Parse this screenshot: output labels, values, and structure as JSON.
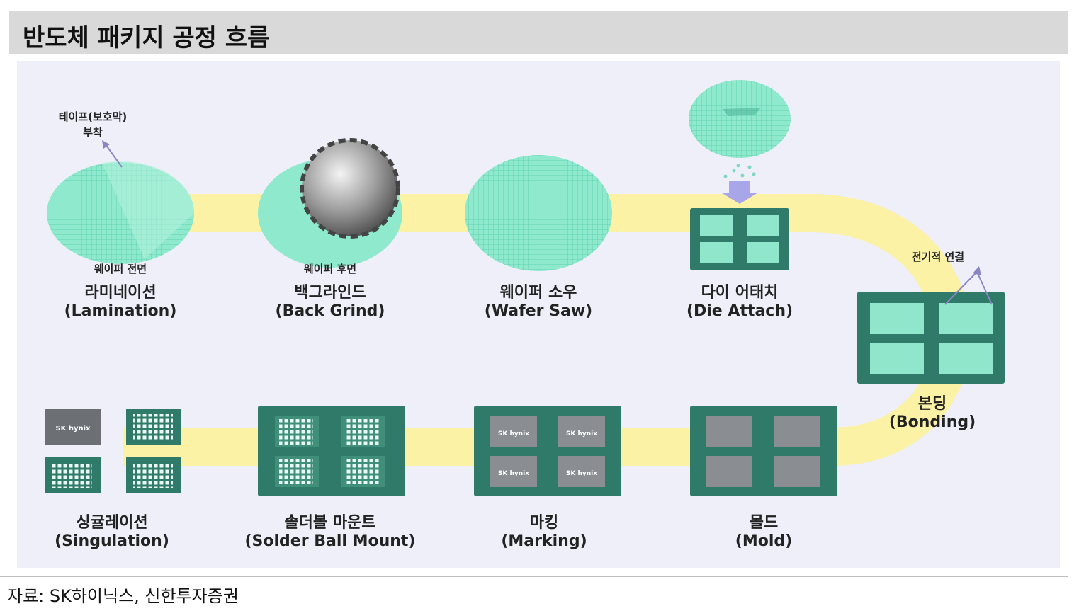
{
  "title": "반도체 패키지 공정 흐름",
  "steps": [
    {
      "ko": "라미네이션",
      "en": "(Lamination)",
      "sub": "웨이퍼 전면",
      "note": "테이프(보호막)",
      "note2": "부착"
    },
    {
      "ko": "백그라인드",
      "en": "(Back Grind)",
      "sub": "웨이퍼 후면"
    },
    {
      "ko": "웨이퍼 소우",
      "en": "(Wafer Saw)"
    },
    {
      "ko": "다이 어태치",
      "en": "(Die Attach)"
    },
    {
      "ko": "본딩",
      "en": "(Bonding)",
      "note": "전기적 연결"
    },
    {
      "ko": "몰드",
      "en": "(Mold)"
    },
    {
      "ko": "마킹",
      "en": "(Marking)"
    },
    {
      "ko": "솔더볼 마운트",
      "en": "(Solder Ball Mount)"
    },
    {
      "ko": "싱귤레이션",
      "en": "(Singulation)"
    }
  ],
  "logo_text": "SK hynix",
  "source": "자료: SK하이닉스, 신한투자증권",
  "colors": {
    "header_bg": "#d9d9d9",
    "panel_bg": "#eeeff8",
    "path": "#fbf2a6",
    "wafer": "#7fe3c4",
    "board": "#2f7a69",
    "pad": "#8fe6cb",
    "mold": "#8a8d92"
  }
}
